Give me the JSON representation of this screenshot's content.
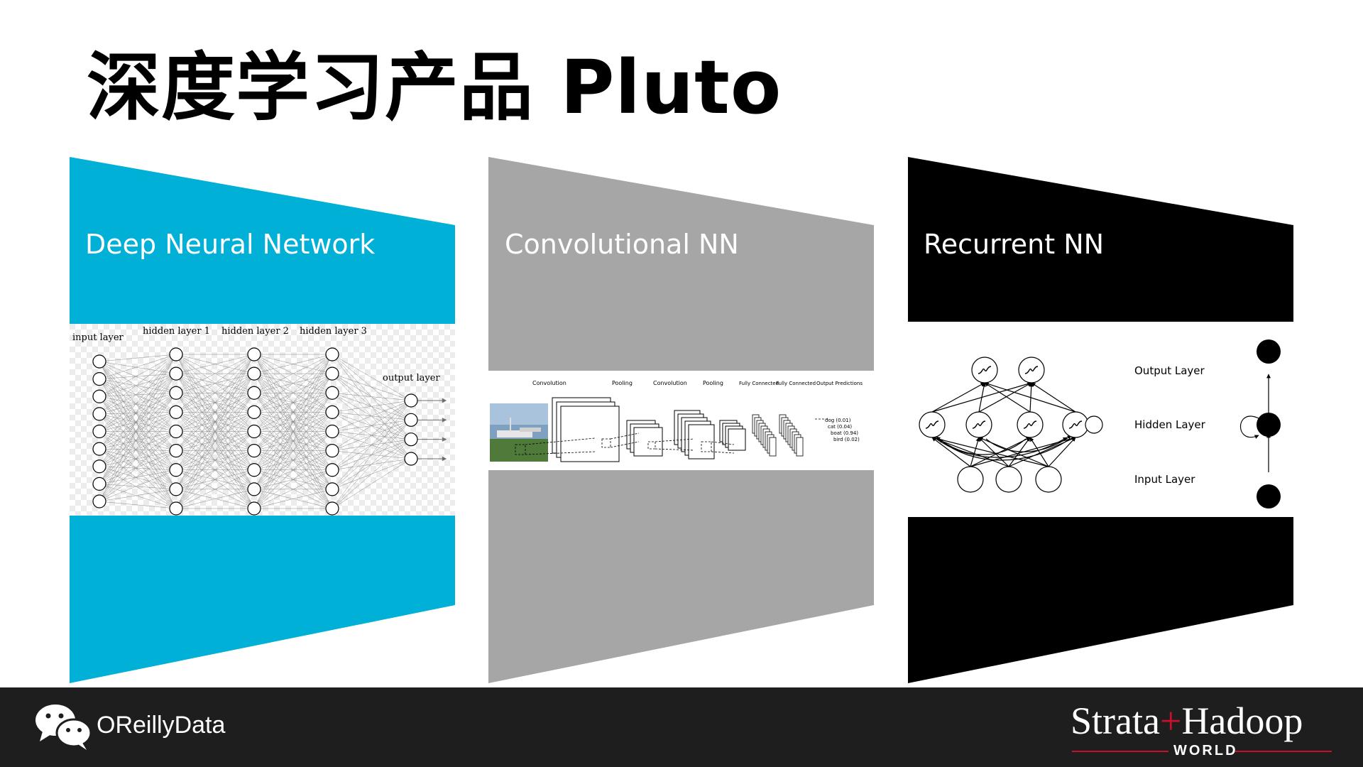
{
  "title": "深度学习产品 Pluto",
  "colors": {
    "dnn_panel": "#00b0d6",
    "cnn_panel": "#a6a6a6",
    "rnn_panel": "#000000",
    "footer": "#1e1e1e",
    "brand_red": "#c8102e"
  },
  "panels": [
    {
      "title": "Deep Neural Network",
      "labels": [
        "input layer",
        "hidden layer 1",
        "hidden layer 2",
        "hidden layer 3",
        "output layer"
      ]
    },
    {
      "title": "Convolutional NN",
      "labels": [
        "Convolution",
        "Pooling",
        "Convolution",
        "Pooling",
        "Fully Connected",
        "Fully Connected",
        "Output Predictions"
      ],
      "predictions": [
        "dog (0.01)",
        "cat (0.04)",
        "boat (0.94)",
        "bird (0.02)"
      ]
    },
    {
      "title": "Recurrent NN",
      "labels": [
        "Output Layer",
        "Hidden Layer",
        "Input Layer"
      ]
    }
  ],
  "footer": {
    "wechat_label": "OReillyData",
    "logo_left": "Strata",
    "logo_plus": "+",
    "logo_right": "Hadoop",
    "logo_sub": "WORLD"
  }
}
